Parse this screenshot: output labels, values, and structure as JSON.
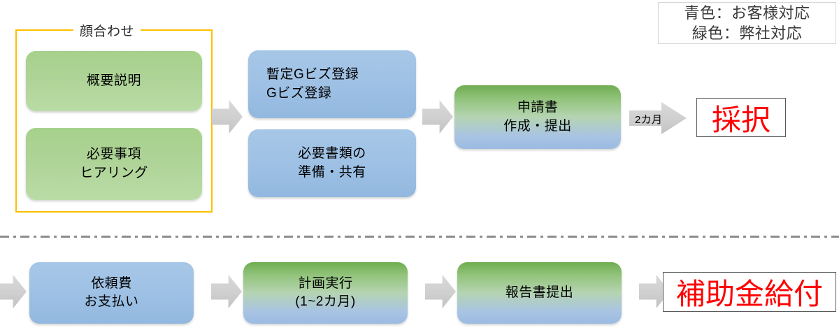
{
  "legend": {
    "line1": "青色：お客様対応",
    "line2": "緑色：弊社対応"
  },
  "group": {
    "label": "顔合わせ"
  },
  "row_top": {
    "boxes": [
      {
        "id": "gaiyou-setsumei",
        "label": "概要説明",
        "color": "green"
      },
      {
        "id": "hitsuyou-jikou-hearing",
        "label": "必要事項\nヒアリング",
        "color": "green"
      },
      {
        "id": "gbiz-touroku",
        "label": "暫定Gビズ登録\nGビズ登録",
        "color": "blue"
      },
      {
        "id": "hitsuyou-shorui",
        "label": "必要書類の\n準備・共有",
        "color": "blue"
      },
      {
        "id": "shinseisho-sakusei",
        "label": "申請書\n作成・提出",
        "color": "gradient-green-blue"
      }
    ],
    "arrow_note": "2カ月",
    "result": "採択"
  },
  "row_bottom": {
    "boxes": [
      {
        "id": "iraihi-oshiharai",
        "label": "依頼費\nお支払い",
        "color": "blue"
      },
      {
        "id": "keikaku-jikkou",
        "label": "計画実行\n(1~2カ月)",
        "color": "gradient-green-blue"
      },
      {
        "id": "houkokusho-teishutsu",
        "label": "報告書提出",
        "color": "gradient-green-blue"
      }
    ],
    "result": "補助金給付"
  },
  "colors": {
    "green": "#a9d18e",
    "blue": "#9dc3e6",
    "group_border": "#ffc000",
    "arrow": "#d0d0d0",
    "result_text": "#ff0000",
    "divider": "#8c8c8c"
  }
}
